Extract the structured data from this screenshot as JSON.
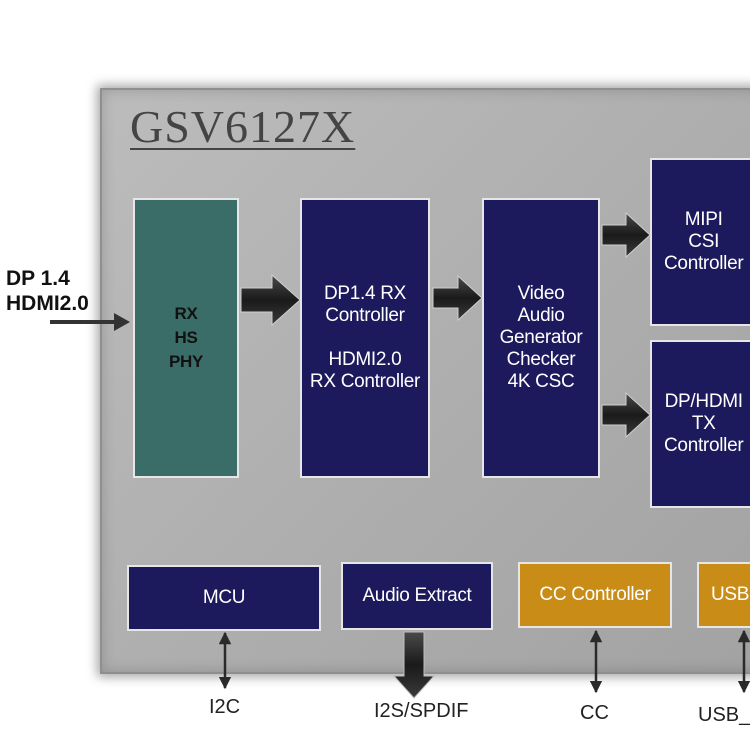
{
  "chip": {
    "title": "GSV6127X"
  },
  "inputs": {
    "label": "DP 1.4\nHDMI2.0"
  },
  "blocks": {
    "rx_phy": "RX\nHS\nPHY",
    "rx_controller": "DP1.4 RX\nController\n\nHDMI2.0\nRX Controller",
    "video_audio": "Video\nAudio\nGenerator\nChecker\n4K CSC",
    "mipi_csi": "MIPI\nCSI\nController",
    "tx_controller": "DP/HDMI\nTX\nController",
    "mcu": "MCU",
    "audio_extract": "Audio Extract",
    "cc_controller": "CC Controller",
    "usb": "USB"
  },
  "external": {
    "i2c": "I2C",
    "i2s_spdif": "I2S/SPDIF",
    "cc": "CC",
    "usb": "USB_"
  },
  "colors": {
    "navy": "#1c1a5c",
    "teal": "#3a6c68",
    "gold": "#c98d17",
    "chip_gray": "#adadad"
  }
}
